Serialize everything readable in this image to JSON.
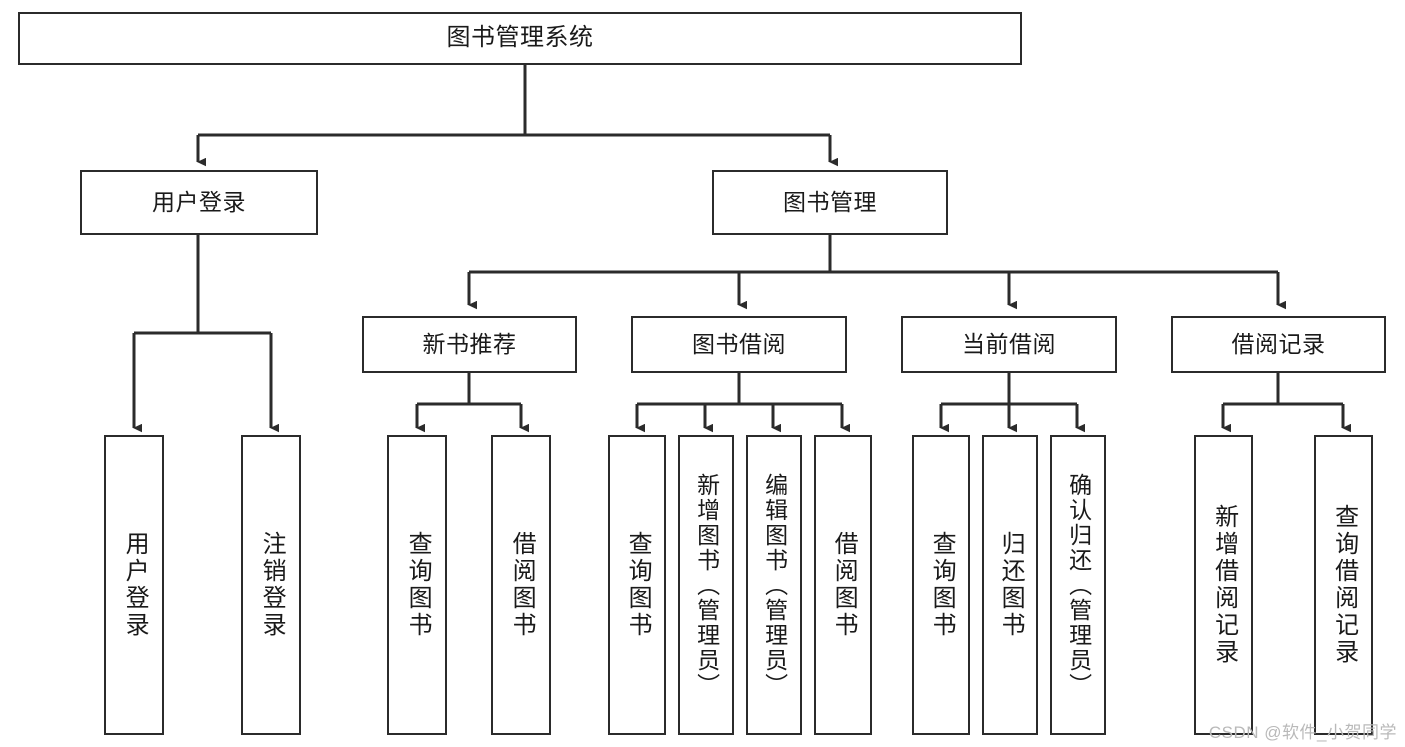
{
  "diagram": {
    "title": "图书管理系统",
    "type": "tree",
    "watermark": "CSDN @软件_小贺同学",
    "colors": {
      "stroke": "#2b2b2b",
      "fill": "#ffffff",
      "text": "#1a1a1a",
      "watermark": "#b9b9b9"
    },
    "nodes": {
      "root": {
        "label": "图书管理系统"
      },
      "level2": [
        {
          "id": "user-login",
          "label": "用户登录"
        },
        {
          "id": "book-management",
          "label": "图书管理"
        }
      ],
      "level3": [
        {
          "id": "new-book-recommend",
          "label": "新书推荐"
        },
        {
          "id": "book-borrow",
          "label": "图书借阅"
        },
        {
          "id": "current-borrow",
          "label": "当前借阅"
        },
        {
          "id": "borrow-record",
          "label": "借阅记录"
        }
      ],
      "leaves": {
        "user_login": [
          {
            "id": "leaf-user-login",
            "label": "用户登录"
          },
          {
            "id": "leaf-logout-login",
            "label": "注销登录"
          }
        ],
        "new_book_recommend": [
          {
            "id": "leaf-query-book-1",
            "label": "查询图书"
          },
          {
            "id": "leaf-borrow-book-1",
            "label": "借阅图书"
          }
        ],
        "book_borrow": [
          {
            "id": "leaf-query-book-2",
            "label": "查询图书"
          },
          {
            "id": "leaf-add-book",
            "label": "新增图书（管理员）"
          },
          {
            "id": "leaf-edit-book",
            "label": "编辑图书（管理员）"
          },
          {
            "id": "leaf-borrow-book-2",
            "label": "借阅图书"
          }
        ],
        "current_borrow": [
          {
            "id": "leaf-query-book-3",
            "label": "查询图书"
          },
          {
            "id": "leaf-return-book",
            "label": "归还图书"
          },
          {
            "id": "leaf-confirm-return",
            "label": "确认归还（管理员）"
          }
        ],
        "borrow_record": [
          {
            "id": "leaf-add-record",
            "label": "新增借阅记录"
          },
          {
            "id": "leaf-query-record",
            "label": "查询借阅记录"
          }
        ]
      }
    }
  }
}
